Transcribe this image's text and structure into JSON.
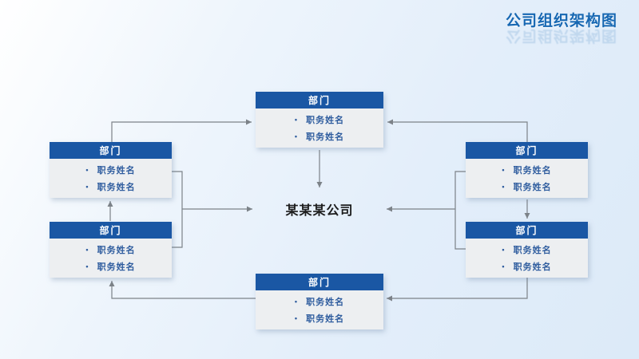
{
  "slide": {
    "title": "公司组织架构图"
  },
  "ui": {
    "bullet": "•"
  },
  "colors": {
    "header_blue": "#1a57a4",
    "item_text_blue": "#2e5c9e",
    "title_blue": "#1667b2",
    "box_body_gray": "#edeff1",
    "connector_gray": "#7c8288",
    "background_tint": "#dceaf8"
  },
  "org_chart": {
    "type": "org-chart",
    "center_label": "某某某公司",
    "departments": [
      {
        "position": "top-center",
        "title": "部门",
        "items": [
          "职务姓名",
          "职务姓名"
        ]
      },
      {
        "position": "left-upper",
        "title": "部门",
        "items": [
          "职务姓名",
          "职务姓名"
        ]
      },
      {
        "position": "left-lower",
        "title": "部门",
        "items": [
          "职务姓名",
          "职务姓名"
        ]
      },
      {
        "position": "right-upper",
        "title": "部门",
        "items": [
          "职务姓名",
          "职务姓名"
        ]
      },
      {
        "position": "right-lower",
        "title": "部门",
        "items": [
          "职务姓名",
          "职务姓名"
        ]
      },
      {
        "position": "bottom-center",
        "title": "部门",
        "items": [
          "职务姓名",
          "职务姓名"
        ]
      }
    ],
    "connections": [
      {
        "from": "left-upper",
        "to": "top-center"
      },
      {
        "from": "right-upper",
        "to": "top-center"
      },
      {
        "from": "top-center",
        "to": "company"
      },
      {
        "from": "left-upper & left-lower",
        "to": "company"
      },
      {
        "from": "right-upper & right-lower",
        "to": "company"
      },
      {
        "from": "left-lower",
        "to": "left-upper"
      },
      {
        "from": "right-upper",
        "to": "right-lower"
      },
      {
        "from": "bottom-center",
        "to": "left-lower"
      },
      {
        "from": "right-lower",
        "to": "bottom-center"
      }
    ]
  }
}
